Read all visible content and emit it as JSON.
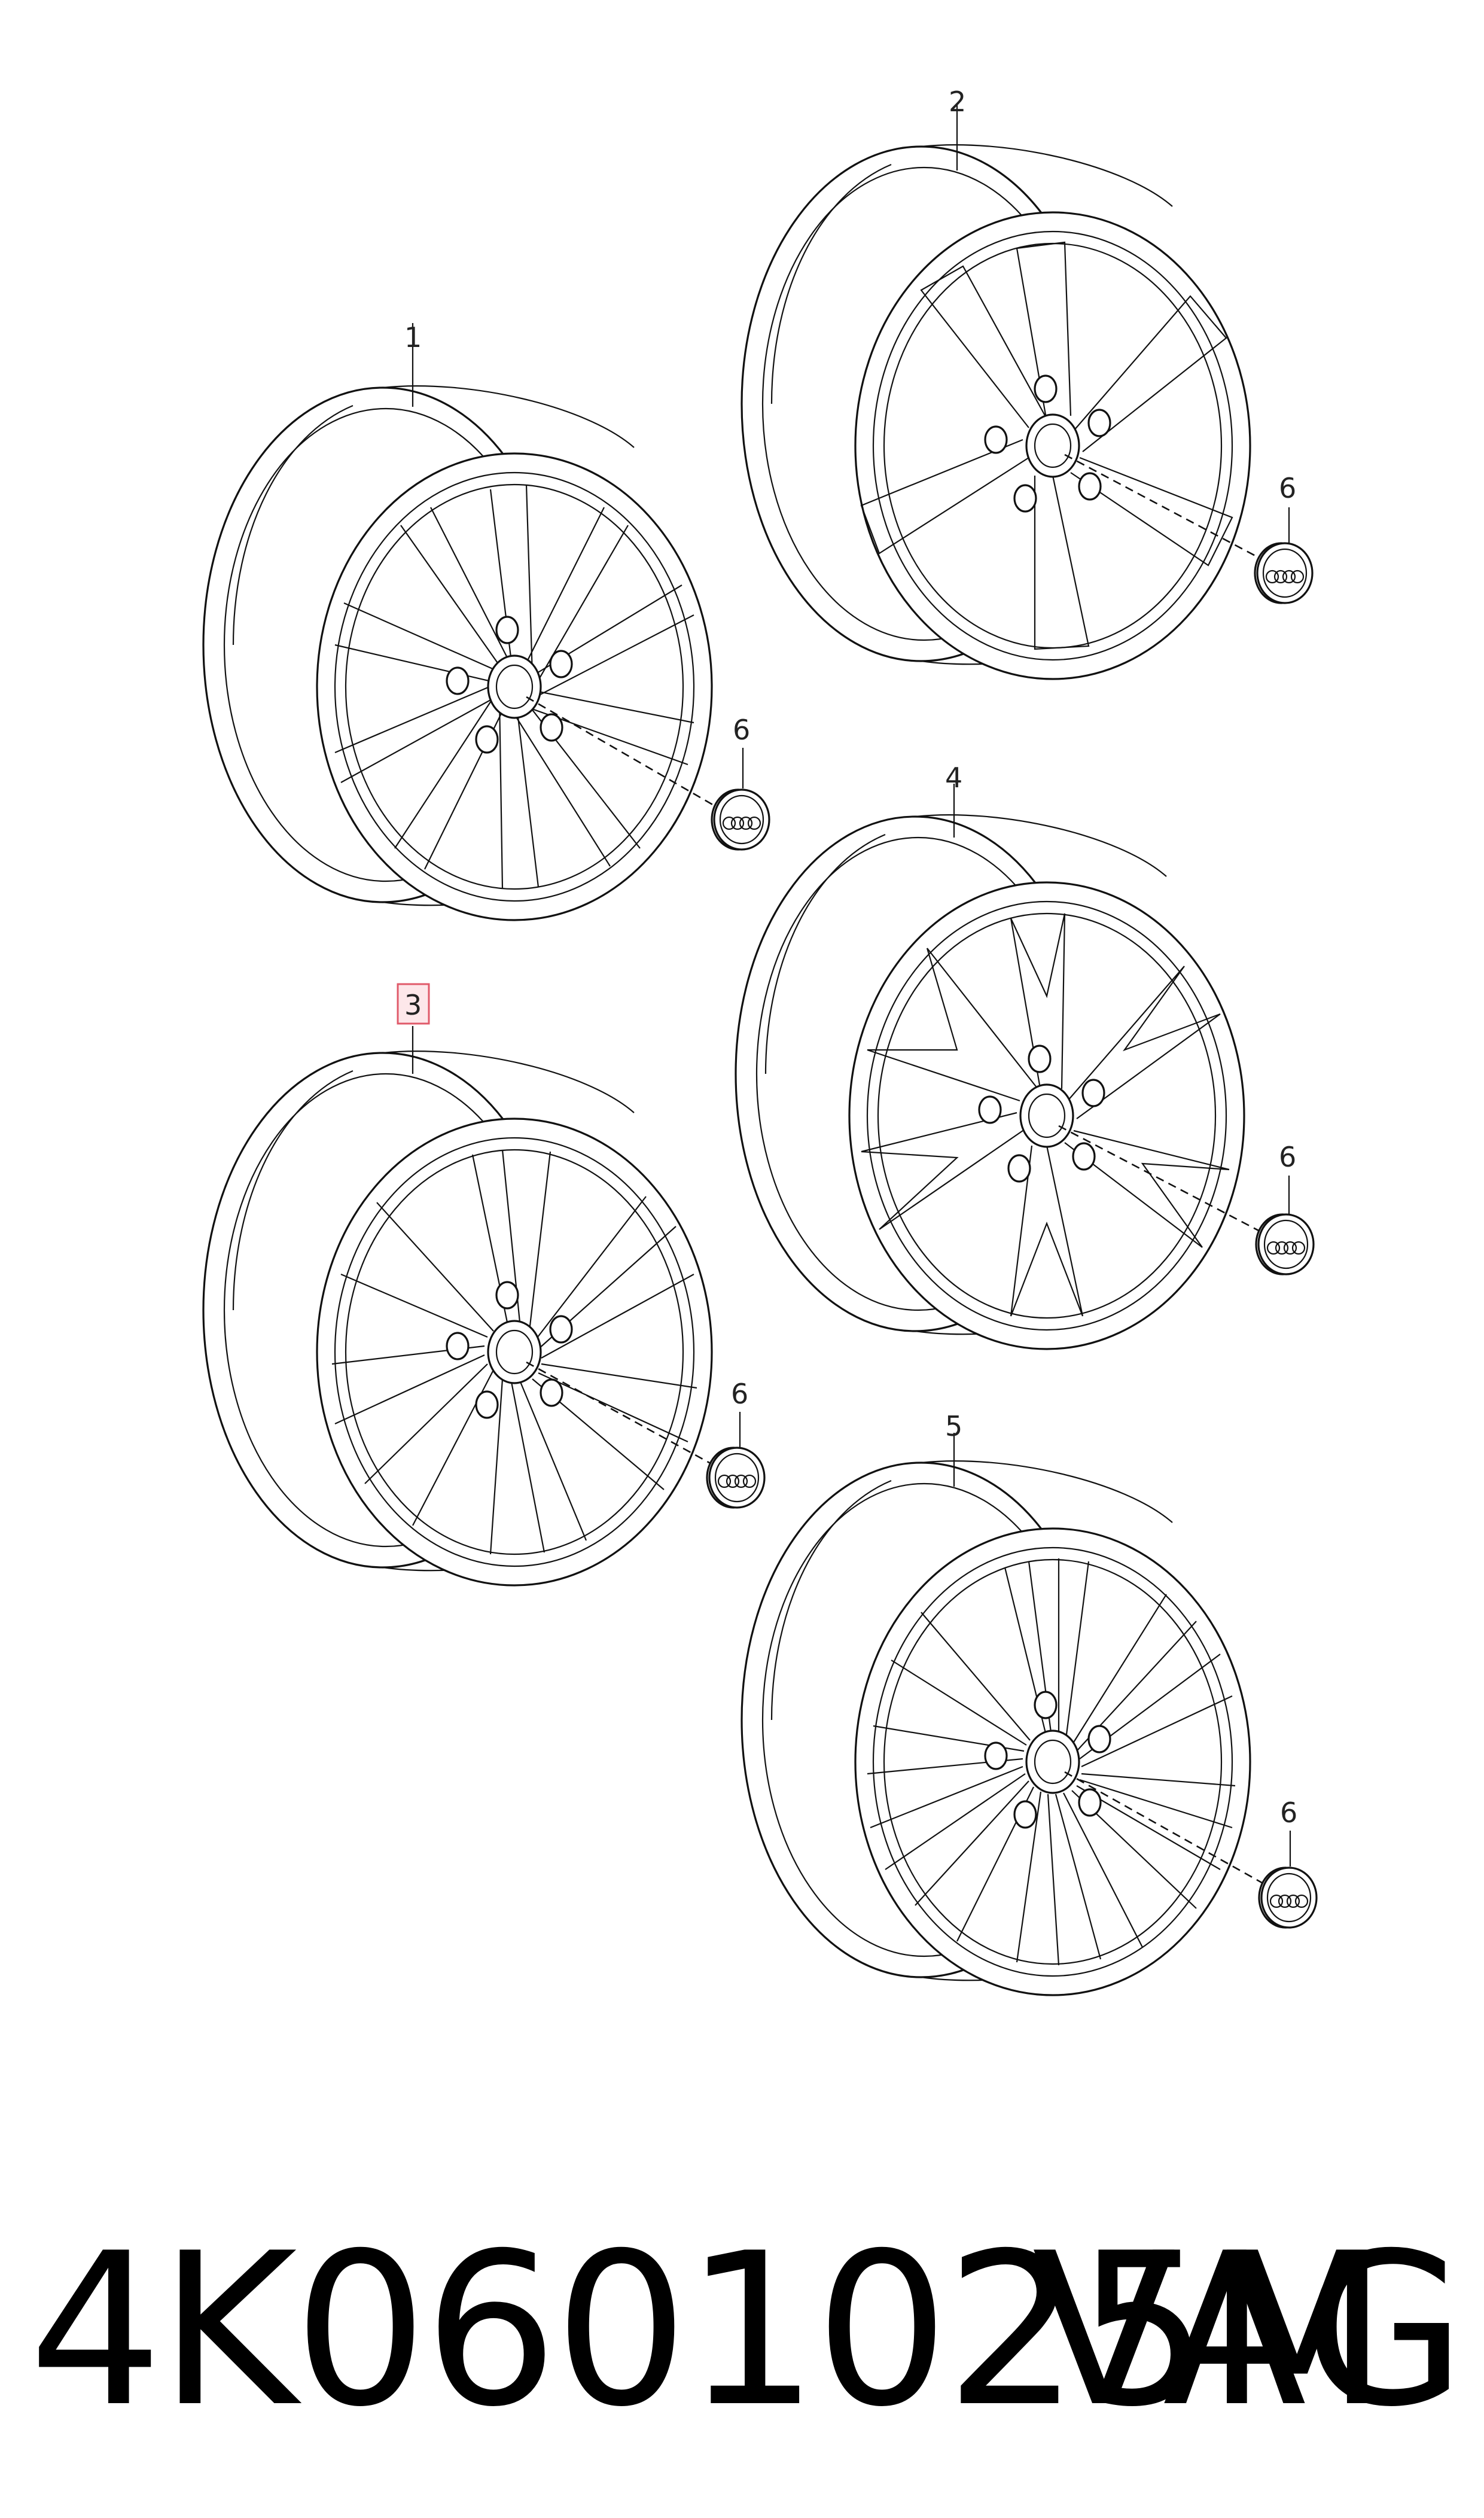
{
  "diagram": {
    "callouts": {
      "wheel_1": "1",
      "wheel_2": "2",
      "wheel_3": "3",
      "wheel_4": "4",
      "wheel_5": "5",
      "cap": "6"
    },
    "highlighted_callout": "3",
    "highlight_color": "#e05a6a"
  },
  "footer": {
    "part_number": "4K0601025M",
    "brand": "VAG"
  }
}
